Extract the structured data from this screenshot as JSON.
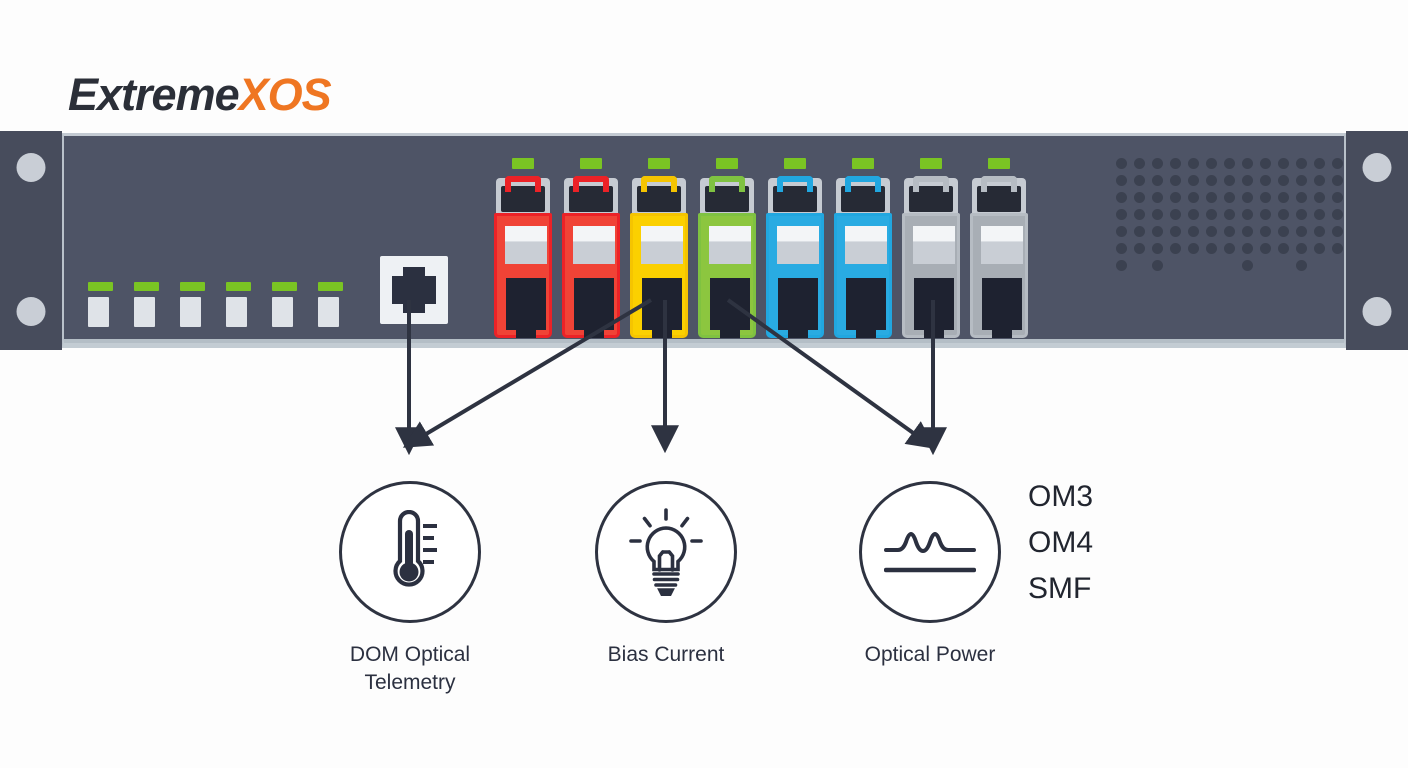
{
  "logo": {
    "primary": "Extreme",
    "accent": "XOS",
    "accent_color": "#ef7622",
    "primary_color": "#2b2f38"
  },
  "device": {
    "name": "network-switch-front-panel",
    "chassis_color": "#4e5466",
    "bezel_color": "#c3cad2",
    "rack_ear_color": "#474c5c",
    "status_leds": [
      {
        "name": "status-led-1",
        "state_color": "#7ac423"
      },
      {
        "name": "status-led-2",
        "state_color": "#7ac423"
      },
      {
        "name": "status-led-3",
        "state_color": "#7ac423"
      },
      {
        "name": "status-led-4",
        "state_color": "#7ac423"
      },
      {
        "name": "status-led-5",
        "state_color": "#7ac423"
      },
      {
        "name": "status-led-6",
        "state_color": "#7ac423"
      }
    ],
    "console_port": {
      "name": "console-rj45-port",
      "bezel_color": "#eef1f4"
    },
    "transceivers": [
      {
        "slot": 1,
        "color": "#ec2227",
        "body": "#f04336",
        "led_color": "#7ac423"
      },
      {
        "slot": 2,
        "color": "#ec2227",
        "body": "#f04336",
        "led_color": "#7ac423"
      },
      {
        "slot": 3,
        "color": "#f5c400",
        "body": "#fbd000",
        "led_color": "#7ac423"
      },
      {
        "slot": 4,
        "color": "#7fc241",
        "body": "#8cc63f",
        "led_color": "#7ac423"
      },
      {
        "slot": 5,
        "color": "#21a7e0",
        "body": "#29abe2",
        "led_color": "#7ac423"
      },
      {
        "slot": 6,
        "color": "#21a7e0",
        "body": "#29abe2",
        "led_color": "#7ac423"
      },
      {
        "slot": 7,
        "color": "#b6bcc3",
        "body": "#a8aeb5",
        "led_color": "#7ac423"
      },
      {
        "slot": 8,
        "color": "#b6bcc3",
        "body": "#a8aeb5",
        "led_color": "#7ac423"
      }
    ],
    "vent": {
      "name": "ventilation-grille",
      "columns": 13,
      "rows": 7
    }
  },
  "features": [
    {
      "id": "dom",
      "icon": "thermometer-icon",
      "label": "DOM Optical\nTelemetry"
    },
    {
      "id": "bias",
      "icon": "lightbulb-icon",
      "label": "Bias Current"
    },
    {
      "id": "power",
      "icon": "waveform-icon",
      "label": "Optical Power"
    }
  ],
  "media_types": {
    "line1": "OM3",
    "line2": "OM4",
    "line3": "SMF"
  },
  "colors": {
    "ink": "#2b3040",
    "arrow": "#2e3341",
    "background": "#ffffff"
  }
}
